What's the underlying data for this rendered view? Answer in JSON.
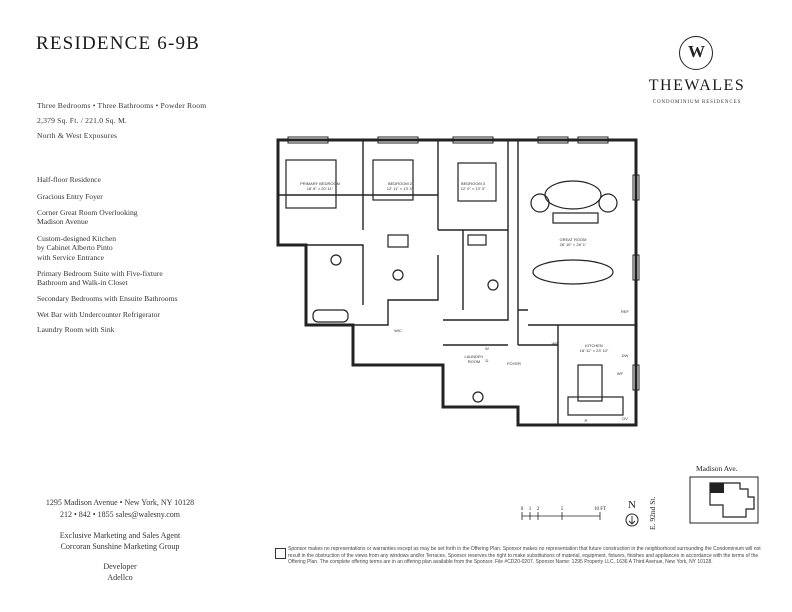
{
  "title": "RESIDENCE 6-9B",
  "specs": {
    "rooms": "Three Bedrooms • Three Bathrooms • Powder Room",
    "area": "2,379 Sq. Ft. / 221.0 Sq. M.",
    "exposure": "North & West Exposures"
  },
  "features": [
    "Half-floor Residence",
    "Gracious Entry Foyer",
    "Corner Great Room Overlooking\nMadison Avenue",
    "Custom-designed Kitchen\nby Cabinet Alberto Pinto\nwith Service Entrance",
    "Primary Bedroom Suite with Five-fixture\nBathroom and Walk-in Closet",
    "Secondary Bedrooms with Ensuite Bathrooms",
    "Wet Bar with Undercounter Refrigerator",
    "Laundry Room with Sink"
  ],
  "brand": {
    "letter": "W",
    "name": "THEWALES",
    "subtitle": "CONDOMINIUM RESIDENCES"
  },
  "contact": {
    "address": "1295 Madison Avenue • New York, NY 10128",
    "phone_email": "212 • 842 • 1855    sales@walesny.com",
    "agent_line1": "Exclusive Marketing and Sales Agent",
    "agent_line2": "Corcoran Sunshine Marketing Group",
    "developer_label": "Developer",
    "developer_name": "Adellco"
  },
  "rooms": {
    "primary_bedroom": "PRIMARY BEDROOM",
    "primary_bedroom_dim": "18' 8\" × 20' 11\"",
    "bedroom2": "BEDROOM 2",
    "bedroom2_dim": "12' 11\" × 13' 4\"",
    "bedroom3": "BEDROOM 3",
    "bedroom3_dim": "12' 0\" × 13' 3\"",
    "great_room": "GREAT ROOM",
    "great_room_dim": "26' 10\" × 28' 1\"",
    "kitchen": "KITCHEN",
    "kitchen_dim": "18' 11\" × 23' 10\"",
    "wic": "WIC",
    "laundry": "LAUNDRY",
    "laundry2": "ROOM",
    "foyer": "FOYER",
    "wr": "WR",
    "ref": "REF",
    "dw": "DW",
    "ov": "OV",
    "wf": "WF",
    "w": "W",
    "d": "D",
    "r": "R"
  },
  "scale": {
    "labels": [
      "0",
      "1",
      "2",
      "5",
      "10 FT"
    ],
    "north": "N"
  },
  "keyplan": {
    "avenue": "Madison Ave.",
    "street": "E. 92nd St."
  },
  "disclaimer": "Sponsor makes no representations or warranties except as may be set forth in the Offering Plan. Sponsor makes no representation that future construction in the neighborhood surrounding the Condominium will not result in the obstruction of the views from any windows and/or Terraces. Sponsor reserves the right to make substitutions of material, equipment, fixtures, finishes and appliances in accordance with the terms of the Offering Plan. The complete offering terms are in an offering plan available from the Sponsor. File #CD20-0207. Sponsor Name: 1295 Property LLC, 1636 A Third Avenue, New York, NY 10128."
}
